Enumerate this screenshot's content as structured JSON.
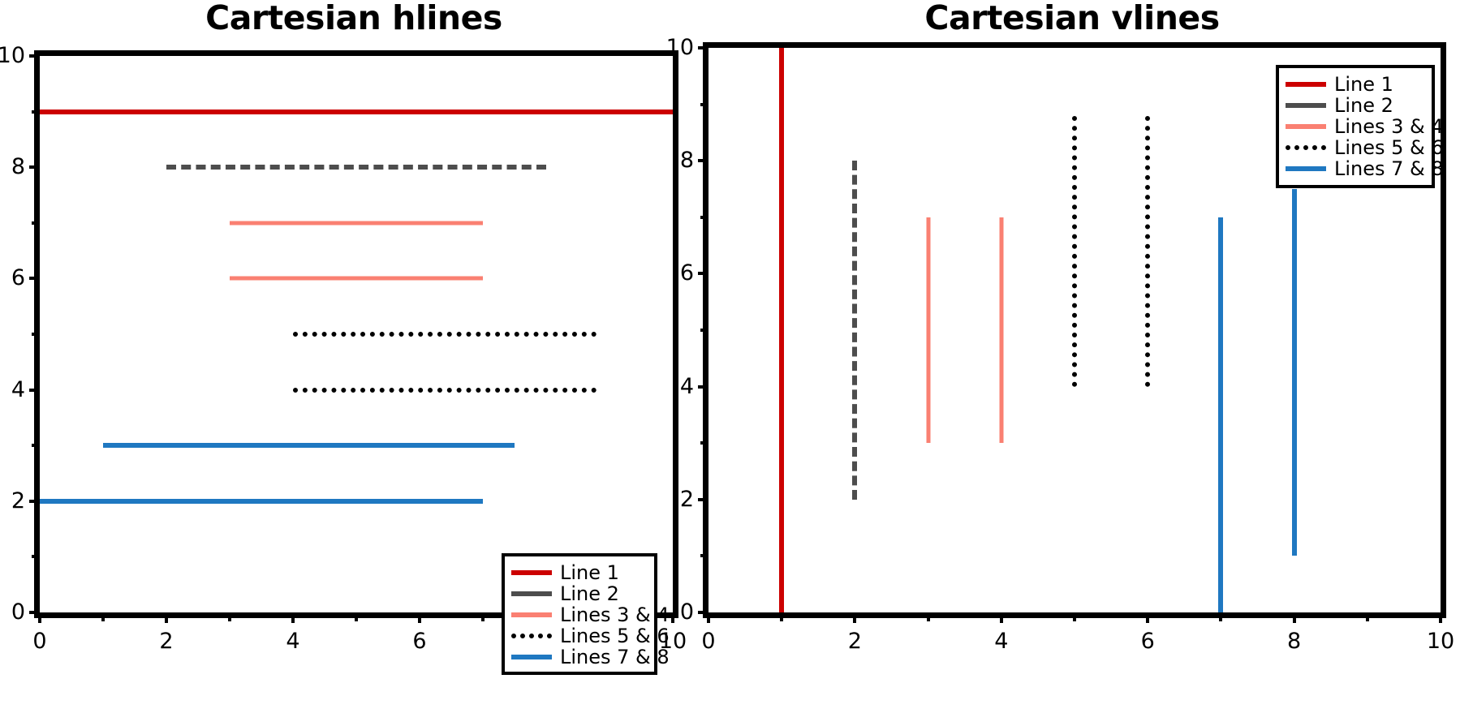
{
  "colors": {
    "line1": "#cc0000",
    "line2": "#4d4d4d",
    "lines34": "#fa8072",
    "lines56": "#000000",
    "lines78": "#1f78c1",
    "axis": "#000000",
    "background": "#ffffff"
  },
  "legend": {
    "entries": [
      {
        "label": "Line 1",
        "color_key": "line1",
        "style": "solid"
      },
      {
        "label": "Line 2",
        "color_key": "line2",
        "style": "solid"
      },
      {
        "label": "Lines 3 & 4",
        "color_key": "lines34",
        "style": "solid"
      },
      {
        "label": "Lines 5 & 6",
        "color_key": "lines56",
        "style": "dotted"
      },
      {
        "label": "Lines 7 & 8",
        "color_key": "lines78",
        "style": "solid"
      }
    ]
  },
  "chart_data": [
    {
      "type": "line",
      "id": "cartesian-hlines",
      "title": "Cartesian hlines",
      "xlabel": "",
      "ylabel": "",
      "xlim": [
        0,
        10
      ],
      "ylim": [
        0,
        10
      ],
      "grid": false,
      "legend_position": "bottom-right",
      "xticks": [
        0,
        2,
        4,
        6,
        8,
        10
      ],
      "xtick_labels": [
        "0",
        "2",
        "4",
        "6",
        "8",
        "10"
      ],
      "xminor_ticks": [
        1,
        3,
        5,
        7,
        9
      ],
      "yticks": [
        0,
        2,
        4,
        6,
        8,
        10
      ],
      "ytick_labels": [
        "0",
        "2",
        "4",
        "6",
        "8",
        "10"
      ],
      "yminor_ticks": [
        1,
        3,
        5,
        7,
        9
      ],
      "segments": [
        {
          "name": "Line 1",
          "orientation": "horizontal",
          "y": 9,
          "x0": 0,
          "x1": 10,
          "color_key": "line1",
          "style": "solid",
          "width": 6
        },
        {
          "name": "Line 2",
          "orientation": "horizontal",
          "y": 8,
          "x0": 2,
          "x1": 8,
          "color_key": "line2",
          "style": "dashed",
          "width": 6
        },
        {
          "name": "Line 3",
          "orientation": "horizontal",
          "y": 7,
          "x0": 3,
          "x1": 7,
          "color_key": "lines34",
          "style": "solid",
          "width": 5
        },
        {
          "name": "Line 4",
          "orientation": "horizontal",
          "y": 6,
          "x0": 3,
          "x1": 7,
          "color_key": "lines34",
          "style": "solid",
          "width": 5
        },
        {
          "name": "Line 5",
          "orientation": "horizontal",
          "y": 5,
          "x0": 4,
          "x1": 8.8,
          "color_key": "lines56",
          "style": "dotted",
          "width": 6
        },
        {
          "name": "Line 6",
          "orientation": "horizontal",
          "y": 4,
          "x0": 4,
          "x1": 8.8,
          "color_key": "lines56",
          "style": "dotted",
          "width": 6
        },
        {
          "name": "Line 7",
          "orientation": "horizontal",
          "y": 3,
          "x0": 1,
          "x1": 7.5,
          "color_key": "lines78",
          "style": "solid",
          "width": 6
        },
        {
          "name": "Line 8",
          "orientation": "horizontal",
          "y": 2,
          "x0": 0,
          "x1": 7,
          "color_key": "lines78",
          "style": "solid",
          "width": 6
        }
      ]
    },
    {
      "type": "line",
      "id": "cartesian-vlines",
      "title": "Cartesian vlines",
      "xlabel": "",
      "ylabel": "",
      "xlim": [
        0,
        10
      ],
      "ylim": [
        0,
        10
      ],
      "grid": false,
      "legend_position": "top-right",
      "xticks": [
        0,
        2,
        4,
        6,
        8,
        10
      ],
      "xtick_labels": [
        "0",
        "2",
        "4",
        "6",
        "8",
        "10"
      ],
      "xminor_ticks": [
        1,
        3,
        5,
        7,
        9
      ],
      "yticks": [
        0,
        2,
        4,
        6,
        8,
        10
      ],
      "ytick_labels": [
        "0",
        "2",
        "4",
        "6",
        "8",
        "10"
      ],
      "yminor_ticks": [
        1,
        3,
        5,
        7,
        9
      ],
      "segments": [
        {
          "name": "Line 1",
          "orientation": "vertical",
          "x": 1,
          "y0": 0,
          "y1": 10,
          "color_key": "line1",
          "style": "solid",
          "width": 6
        },
        {
          "name": "Line 2",
          "orientation": "vertical",
          "x": 2,
          "y0": 2,
          "y1": 8,
          "color_key": "line2",
          "style": "dashed",
          "width": 6
        },
        {
          "name": "Line 3",
          "orientation": "vertical",
          "x": 3,
          "y0": 3,
          "y1": 7,
          "color_key": "lines34",
          "style": "solid",
          "width": 5
        },
        {
          "name": "Line 4",
          "orientation": "vertical",
          "x": 4,
          "y0": 3,
          "y1": 7,
          "color_key": "lines34",
          "style": "solid",
          "width": 5
        },
        {
          "name": "Line 5",
          "orientation": "vertical",
          "x": 5,
          "y0": 4,
          "y1": 8.8,
          "color_key": "lines56",
          "style": "dotted",
          "width": 6
        },
        {
          "name": "Line 6",
          "orientation": "vertical",
          "x": 6,
          "y0": 4,
          "y1": 8.8,
          "color_key": "lines56",
          "style": "dotted",
          "width": 6
        },
        {
          "name": "Line 7",
          "orientation": "vertical",
          "x": 7,
          "y0": 0,
          "y1": 7,
          "color_key": "lines78",
          "style": "solid",
          "width": 6
        },
        {
          "name": "Line 8",
          "orientation": "vertical",
          "x": 8,
          "y0": 1,
          "y1": 7.5,
          "color_key": "lines78",
          "style": "solid",
          "width": 6
        }
      ]
    }
  ]
}
